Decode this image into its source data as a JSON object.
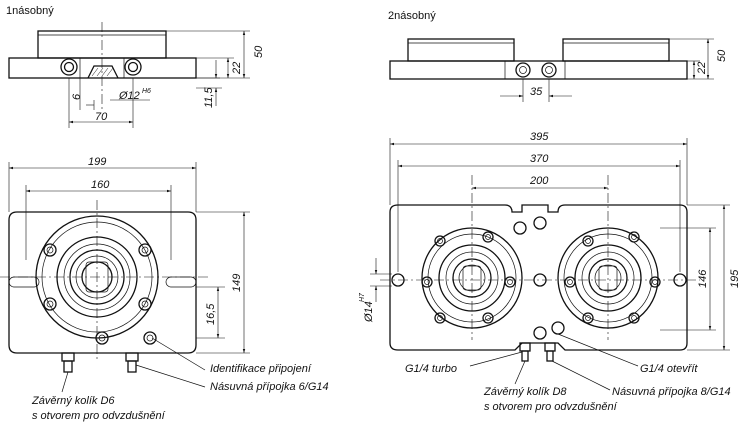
{
  "titles": {
    "single": "1násobný",
    "double": "2násobný"
  },
  "dims": {
    "single_height": "50",
    "single_base": "22",
    "single_offset": "11,5",
    "single_pin": "6",
    "single_bore": "Ø12",
    "single_bore_tol": "H6",
    "single_spacing": "70",
    "single_width": "199",
    "single_holes": "160",
    "single_depth": "149",
    "single_slot": "16,5",
    "double_height": "50",
    "double_base": "22",
    "double_spacing": "35",
    "double_width": "395",
    "double_holes": "370",
    "double_pitch": "200",
    "double_bore": "Ø14",
    "double_bore_tol": "H7",
    "double_inner": "146",
    "double_depth": "195"
  },
  "callouts": {
    "ident": "Identifikace připojení",
    "plug": "Násuvná přípojka 6/G14",
    "lock_pin_1": "Závěrný kolík D6",
    "lock_pin_1b": "s otvorem pro odvzdušnění",
    "turbo": "G1/4 turbo",
    "open": "G1/4 otevřít",
    "lock_pin_2": "Závěrný kolík D8",
    "lock_pin_2b": "s otvorem pro odvzdušnění",
    "plug_2": "Násuvná přípojka 8/G14"
  }
}
